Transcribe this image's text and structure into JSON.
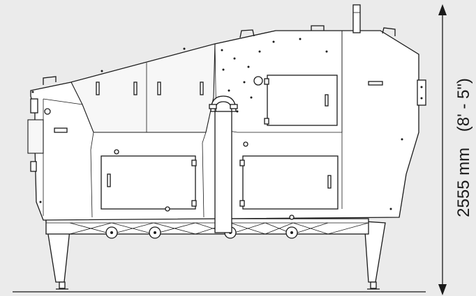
{
  "drawing": {
    "view": "side elevation",
    "colors": {
      "background": "#ebebeb",
      "line": "#1a1a1a",
      "body": "#ffffff"
    }
  },
  "dimension": {
    "metric": "2555 mm",
    "imperial": "(8' - 5\")"
  }
}
